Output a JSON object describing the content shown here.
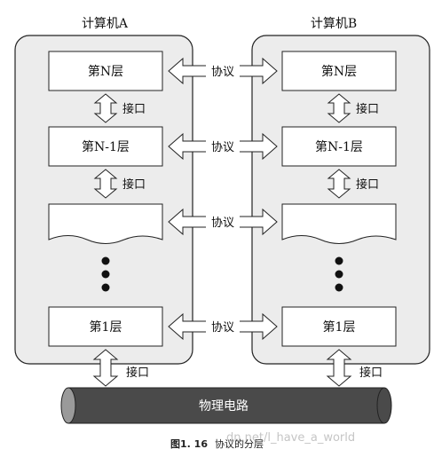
{
  "computer_a": {
    "title": "计算机A"
  },
  "computer_b": {
    "title": "计算机B"
  },
  "layers": {
    "top": "第N层",
    "second": "第N-1层",
    "bottom": "第1层"
  },
  "labels": {
    "protocol": "协议",
    "interface": "接口",
    "physical_circuit": "物理电路"
  },
  "caption": {
    "number": "图1. 16",
    "text": "协议的分层"
  },
  "watermark": "dn.net/l_have_a_world",
  "colors": {
    "panel_fill": "#ececec",
    "cable_fill": "#4a4a4a",
    "stroke": "#222222"
  }
}
